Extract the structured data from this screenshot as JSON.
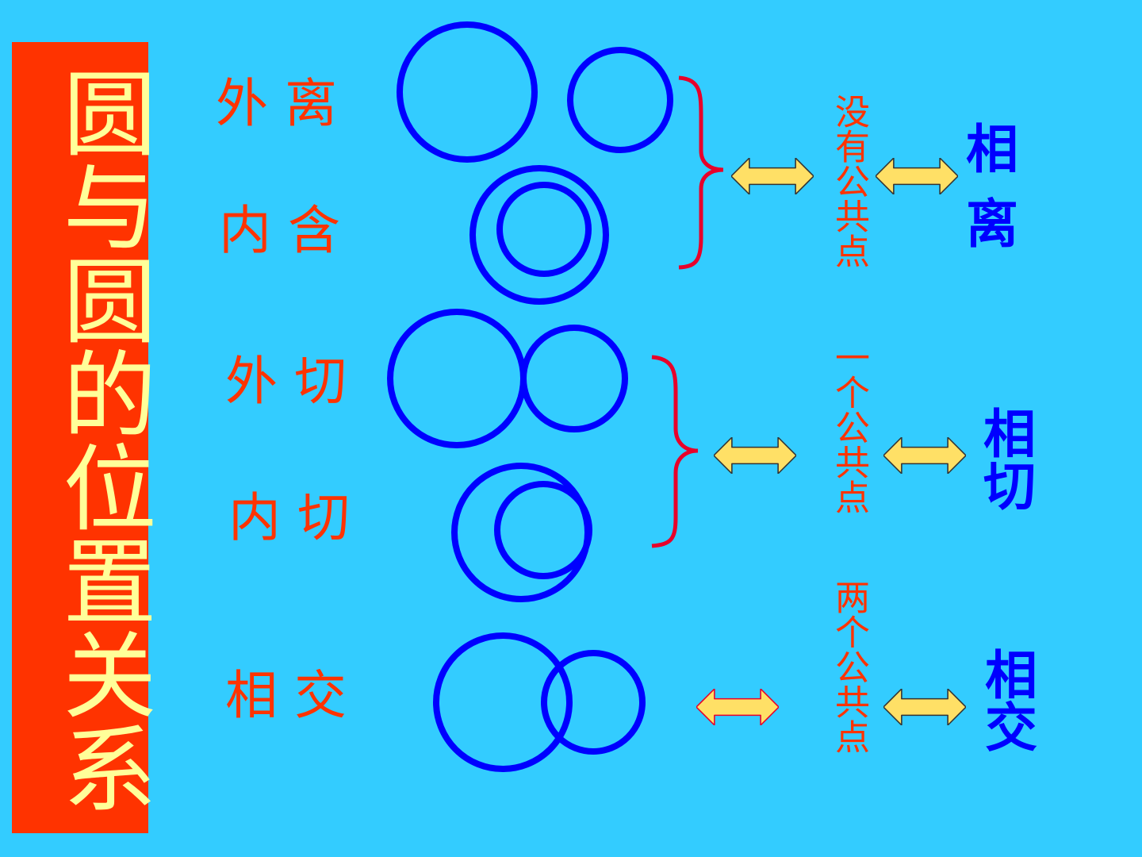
{
  "title": "圆与圆的位置关系",
  "relations": {
    "outer_separate": "外 离",
    "contain": "内 含",
    "outer_tangent": "外 切",
    "inner_tangent": "内 切",
    "intersect": "相 交"
  },
  "points": {
    "none": "没有公共点",
    "one": "一个公共点",
    "two": "两个公共点"
  },
  "results": {
    "separate_1": "相",
    "separate_2": "离",
    "tangent": "相切",
    "intersect": "相交"
  },
  "colors": {
    "background": "#33CCFF",
    "title_bg": "#FF3300",
    "title_text": "#FFFF99",
    "label_text": "#FF3300",
    "circle_stroke": "#0000FF",
    "result_text": "#0000FF",
    "arrow_fill": "#FFE066",
    "brace_stroke": "#E8002A"
  }
}
